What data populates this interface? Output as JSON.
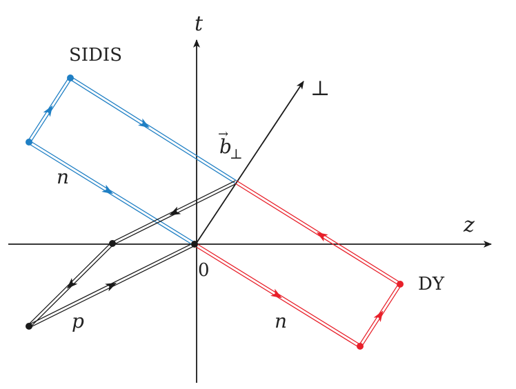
{
  "labels": {
    "t_axis": "t",
    "z_axis": "z",
    "perp_axis": "⊥",
    "origin": "0",
    "sidis": "SIDIS",
    "dy": "DY",
    "n_sidis": "n",
    "n_dy": "n",
    "p": "p",
    "b_vec": "b",
    "b_sub": "⊥",
    "b_arrow": "→"
  },
  "colors": {
    "axis": "#1a1a1a",
    "sidis": "#1f7fc4",
    "dy": "#e8202a",
    "black_path": "#1a1a1a"
  }
}
